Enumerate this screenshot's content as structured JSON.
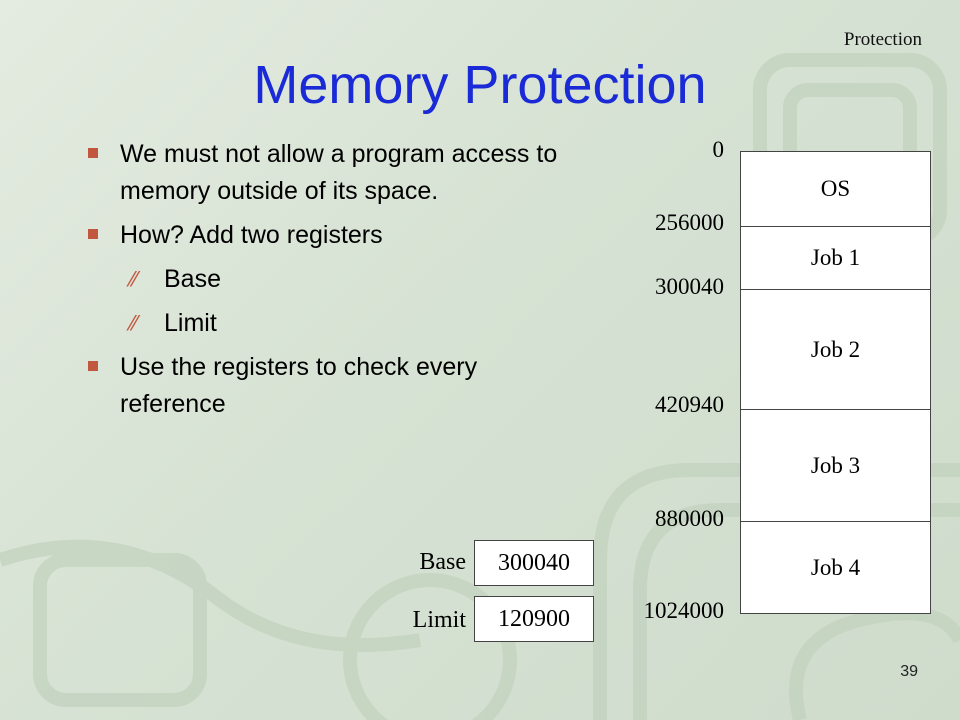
{
  "header": {
    "section": "Protection"
  },
  "slide": {
    "title": "Memory Protection",
    "bullets": [
      {
        "level": 1,
        "text": "We must not allow a program access to memory outside of its space."
      },
      {
        "level": 1,
        "text": "How?  Add two registers"
      },
      {
        "level": 2,
        "text": "Base"
      },
      {
        "level": 2,
        "text": "Limit"
      },
      {
        "level": 1,
        "text": "Use the registers to check every reference"
      }
    ],
    "page_number": "39"
  },
  "memory_map": {
    "addresses": [
      "0",
      "256000",
      "300040",
      "420940",
      "880000",
      "1024000"
    ],
    "segments": [
      "OS",
      "Job 1",
      "Job 2",
      "Job 3",
      "Job 4"
    ]
  },
  "registers": {
    "base": {
      "label": "Base",
      "value": "300040"
    },
    "limit": {
      "label": "Limit",
      "value": "120900"
    }
  },
  "colors": {
    "title": "#1a2ad6",
    "bullet": "#c2573f",
    "background": "#d8e3d5"
  }
}
